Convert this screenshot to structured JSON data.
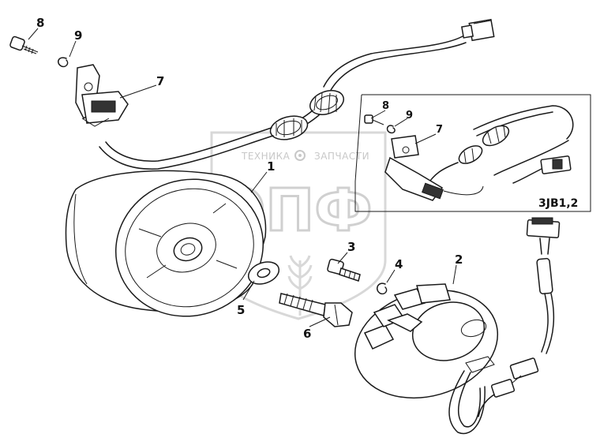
{
  "diagram": {
    "callouts": {
      "c8": "8",
      "c9": "9",
      "c7": "7",
      "c1": "1",
      "c3": "3",
      "c4": "4",
      "c2": "2",
      "c5": "5",
      "c6": "6"
    },
    "inset": {
      "c8": "8",
      "c9": "9",
      "c7": "7",
      "variant_label": "3JB1,2"
    },
    "watermark": {
      "top_text_left": "ТЕХНИКА",
      "top_text_right": "ЗАПЧАСТИ",
      "logo_letters": "ЭПФ"
    }
  }
}
